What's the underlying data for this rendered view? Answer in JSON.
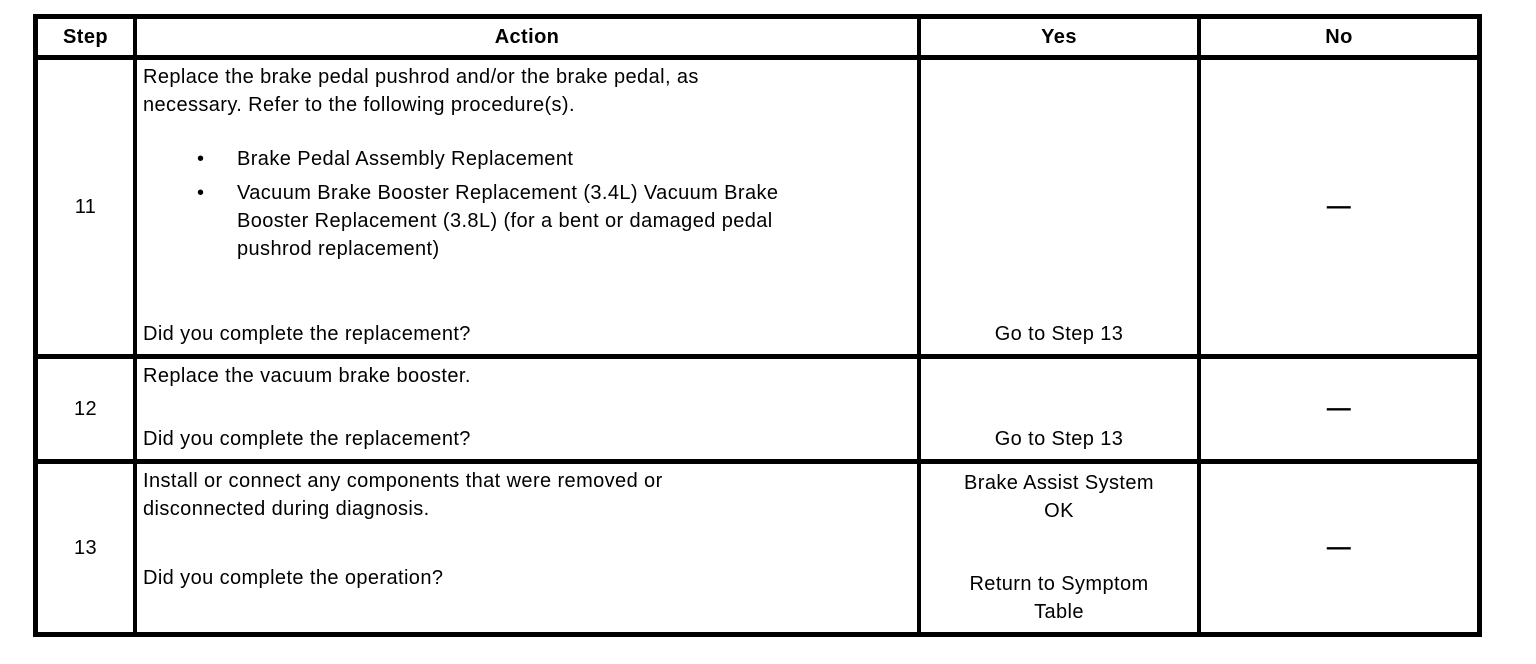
{
  "colors": {
    "background": "#ffffff",
    "border": "#000000",
    "text": "#000000"
  },
  "table": {
    "headers": {
      "step": "Step",
      "action": "Action",
      "yes": "Yes",
      "no": "No"
    },
    "rows": [
      {
        "step": "11",
        "action": {
          "intro": "Replace the brake pedal pushrod and/or the brake pedal, as necessary. Refer to the following procedure(s).",
          "bullets": [
            "Brake Pedal Assembly Replacement",
            "Vacuum Brake Booster Replacement (3.4L) Vacuum Brake Booster Replacement (3.8L) (for a bent or damaged pedal pushrod replacement)"
          ],
          "question": "Did you complete the replacement?"
        },
        "yes": "Go to Step 13",
        "no": "—"
      },
      {
        "step": "12",
        "action": {
          "intro": "Replace the vacuum brake booster.",
          "question": "Did you complete the replacement?"
        },
        "yes": "Go to Step 13",
        "no": "—"
      },
      {
        "step": "13",
        "action": {
          "intro": "Install or connect any components that were removed or disconnected during diagnosis.",
          "question": "Did you complete the operation?"
        },
        "yes": {
          "result": "Brake Assist System OK",
          "return_to": "Return to Symptom Table"
        },
        "no": "—"
      }
    ]
  },
  "bullet_glyph": "•"
}
